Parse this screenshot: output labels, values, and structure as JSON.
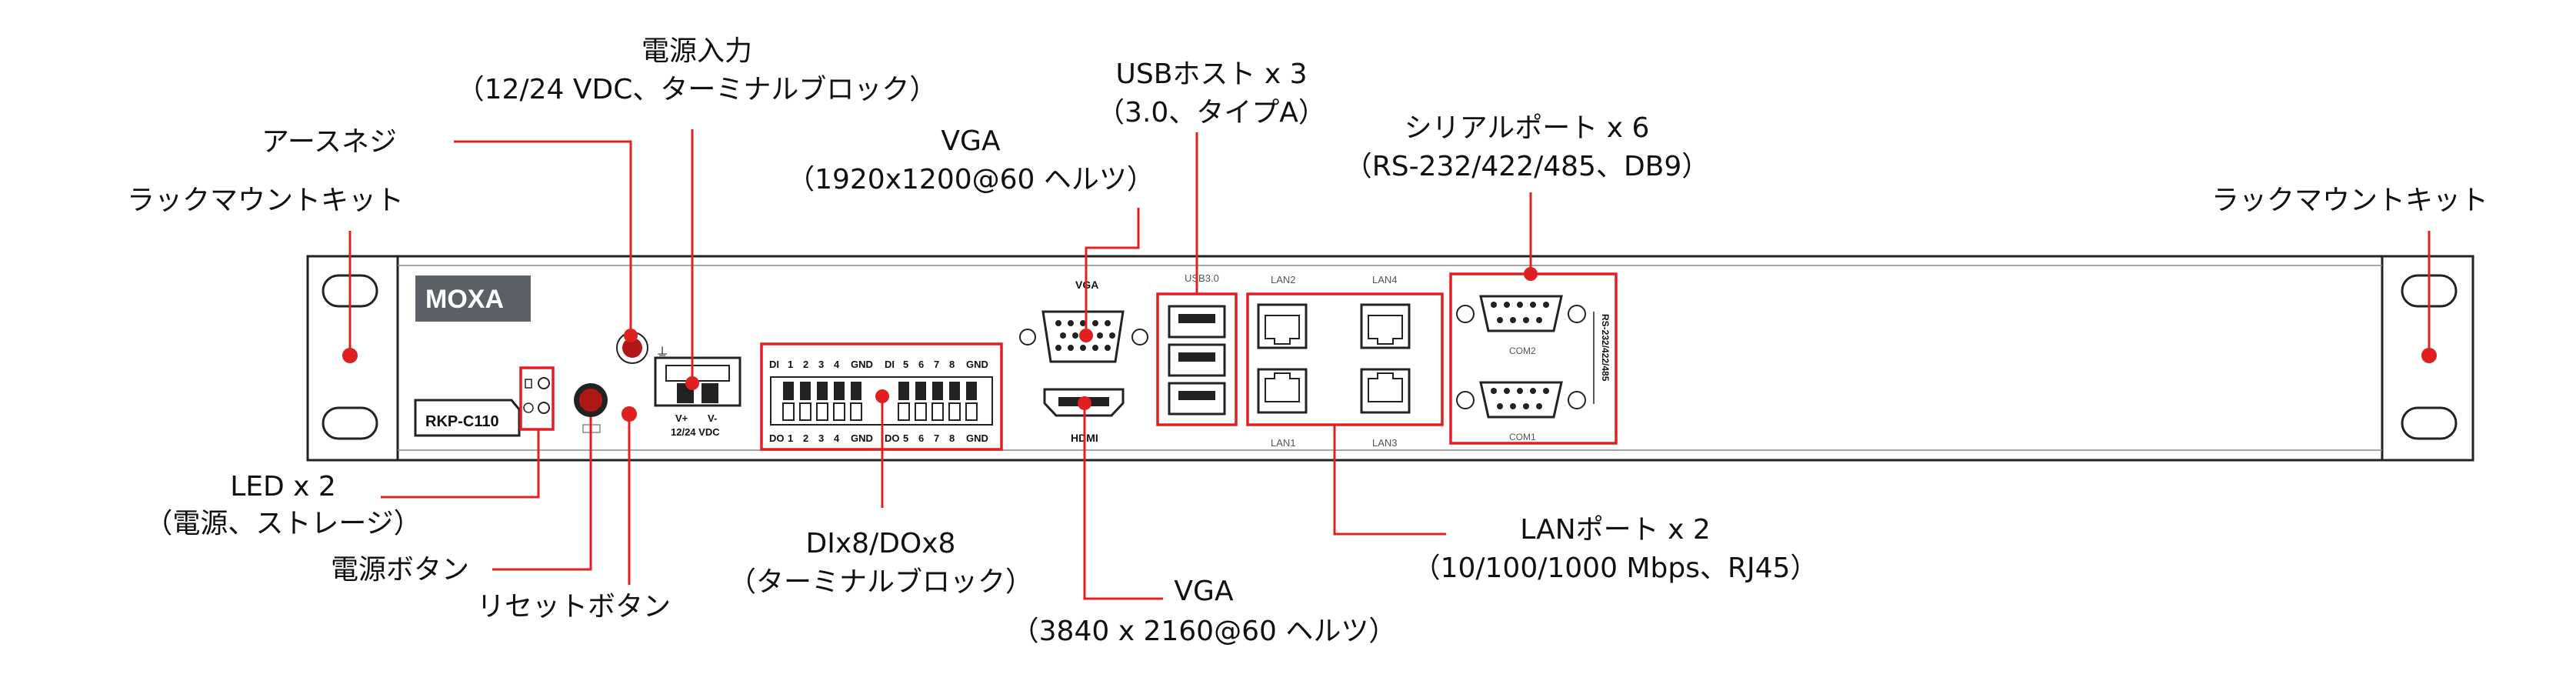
{
  "device": {
    "brand": "MOXA",
    "model": "RKP-C110",
    "power_label_vplus": "V+",
    "power_label_vminus": "V-",
    "power_label_vdc": "12/24 VDC",
    "vga_label": "VGA",
    "hdmi_label": "HDMI",
    "usb_label": "USB3.0",
    "lan1": "LAN1",
    "lan2": "LAN2",
    "lan3": "LAN3",
    "lan4": "LAN4",
    "com1": "COM1",
    "com2": "COM2",
    "rs_label": "RS-232/422/485",
    "di_header": [
      "DI",
      "1",
      "2",
      "3",
      "4",
      "GND",
      "DI",
      "5",
      "6",
      "7",
      "8",
      "GND"
    ],
    "do_header": [
      "DO",
      "1",
      "2",
      "3",
      "4",
      "GND",
      "DO",
      "5",
      "6",
      "7",
      "8",
      "GND"
    ]
  },
  "callouts": {
    "power_input": {
      "line1": "電源入力",
      "line2": "（12/24 VDC、ターミナルブロック）"
    },
    "earth_screw": {
      "line1": "アースネジ"
    },
    "rack_mount_left": {
      "line1": "ラックマウントキット"
    },
    "rack_mount_right": {
      "line1": "ラックマウントキット"
    },
    "vga_top": {
      "line1": "VGA",
      "line2": "（1920x1200@60 ヘルツ）"
    },
    "usb_host": {
      "line1": "USBホスト x 3",
      "line2": "（3.0、タイプA）"
    },
    "serial_port": {
      "line1": "シリアルポート x 6",
      "line2": "（RS-232/422/485、DB9）"
    },
    "led": {
      "line1": "LED x 2",
      "line2": "（電源、ストレージ）"
    },
    "power_button": {
      "line1": "電源ボタン"
    },
    "reset_button": {
      "line1": "リセットボタン"
    },
    "dio": {
      "line1": "DIx8/DOx8",
      "line2": "（ターミナルブロック）"
    },
    "hdmi_bottom": {
      "line1": "VGA",
      "line2": "（3840 x 2160@60 ヘルツ）"
    },
    "lan_port": {
      "line1": "LANポート x 2",
      "line2": "（10/100/1000 Mbps、RJ45）"
    }
  },
  "colors": {
    "accent": "#e02020",
    "chassis": "#ffffff",
    "outline": "#222222",
    "brand_bg": "#5a6066"
  }
}
